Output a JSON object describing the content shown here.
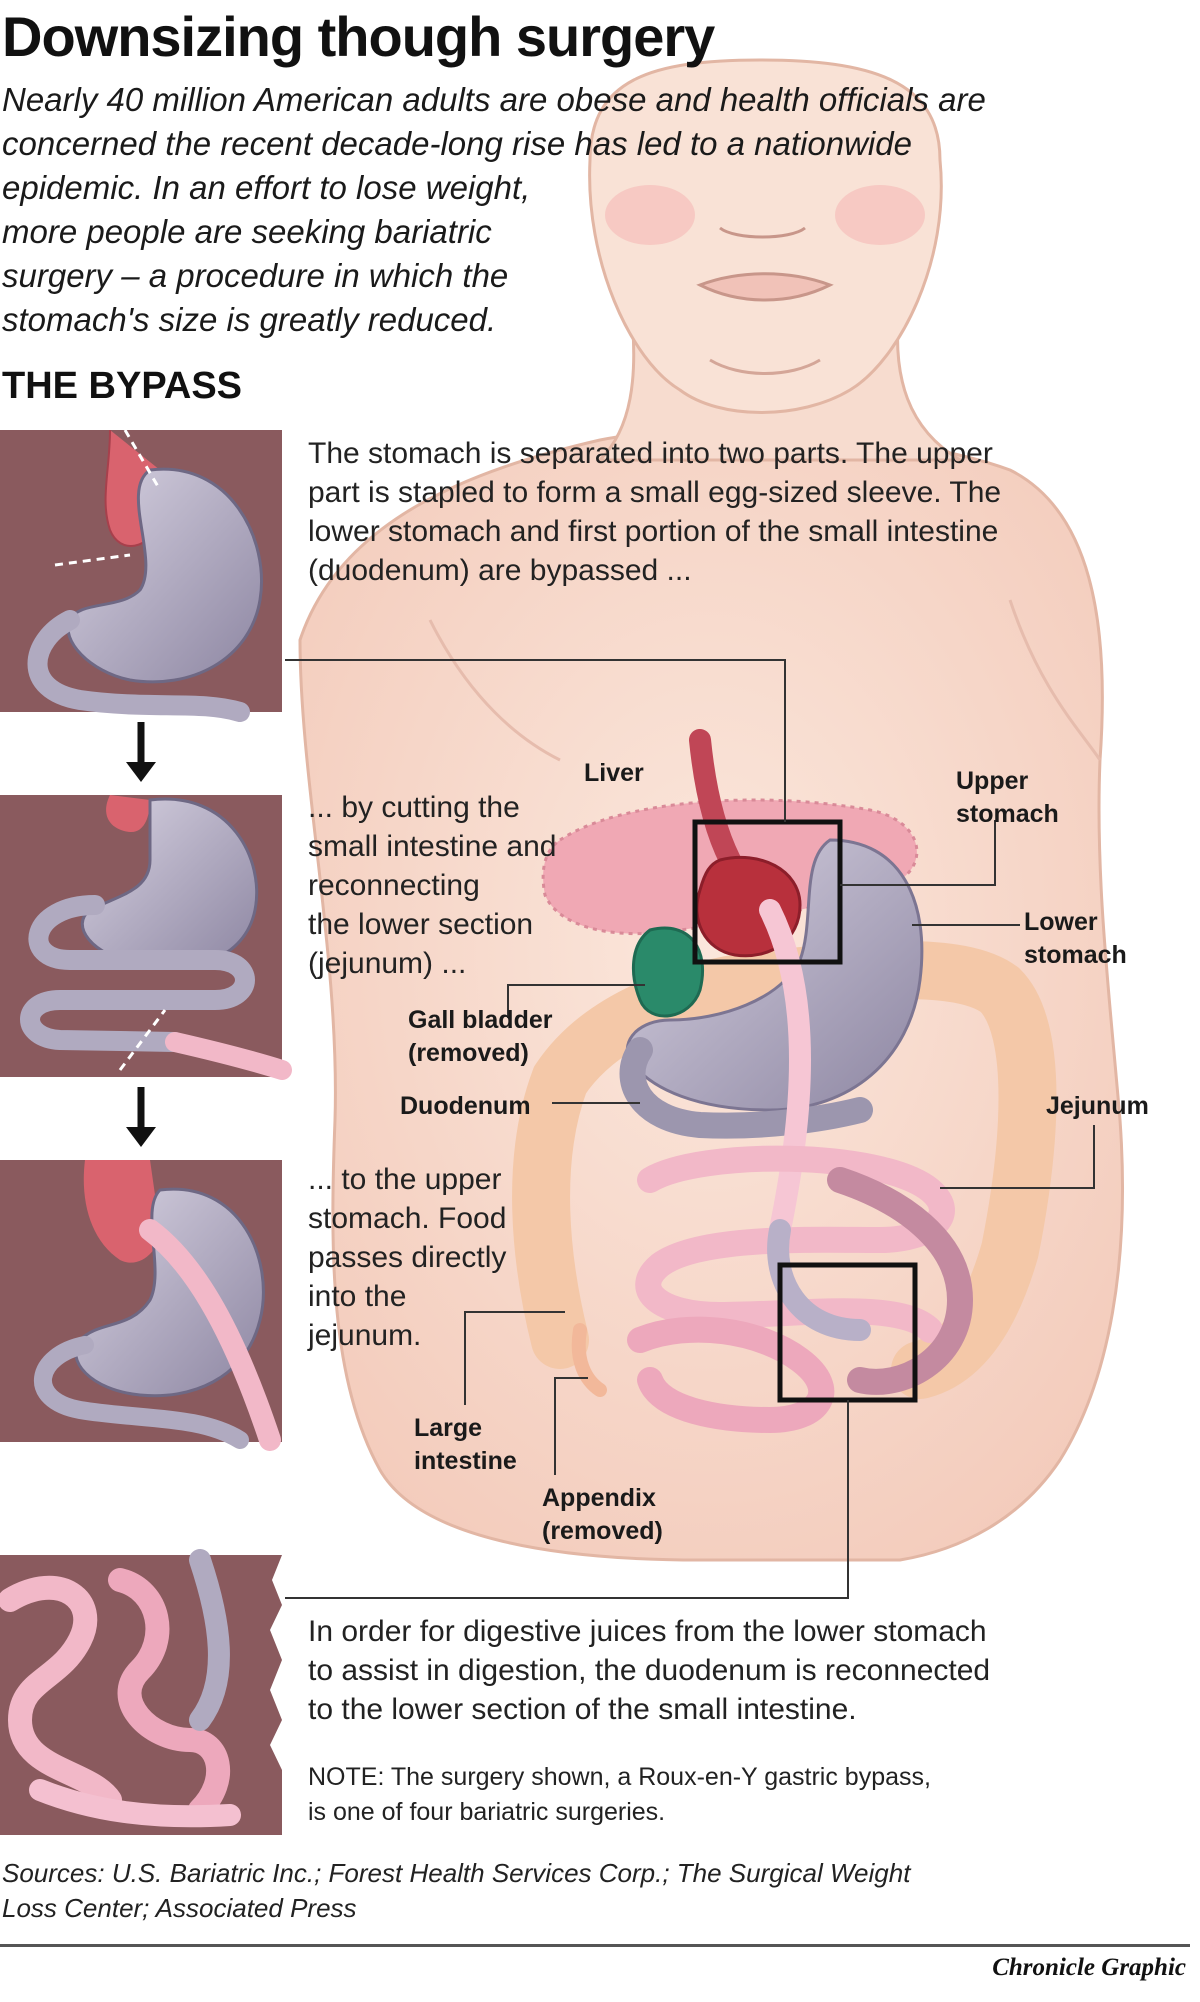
{
  "title": "Downsizing though surgery",
  "intro": {
    "lines": [
      "Nearly 40 million American adults are obese and health officials are",
      "concerned the recent decade-long rise has led to a nationwide",
      "epidemic. In an effort to lose weight,",
      "more people are seeking bariatric",
      "surgery – a procedure in which the",
      "stomach's size is greatly reduced."
    ]
  },
  "section_heading": "THE BYPASS",
  "steps": [
    {
      "lines": [
        "The stomach is separated into two parts. The upper",
        "part is stapled to form a small egg-sized sleeve. The",
        "lower stomach and first portion of the small intestine",
        "(duodenum) are bypassed ..."
      ]
    },
    {
      "lines": [
        "... by cutting the",
        "small intestine and",
        "reconnecting",
        "the lower section",
        "(jejunum) ..."
      ]
    },
    {
      "lines": [
        "... to the upper",
        "stomach. Food",
        "passes directly",
        "into the",
        "jejunum."
      ]
    },
    {
      "lines": [
        "In order for digestive juices from the lower stomach",
        "to assist in digestion, the duodenum is reconnected",
        "to the lower section of the small intestine."
      ]
    }
  ],
  "note": {
    "lines": [
      "NOTE: The surgery shown, a Roux-en-Y gastric bypass,",
      "is one of four bariatric surgeries."
    ]
  },
  "organ_labels": {
    "liver": [
      "Liver"
    ],
    "upper_stomach": [
      "Upper",
      "stomach"
    ],
    "lower_stomach": [
      "Lower",
      "stomach"
    ],
    "gall_bladder": [
      "Gall bladder",
      "(removed)"
    ],
    "duodenum": [
      "Duodenum"
    ],
    "jejunum": [
      "Jejunum"
    ],
    "large_intestine": [
      "Large",
      "intestine"
    ],
    "appendix": [
      "Appendix",
      "(removed)"
    ]
  },
  "sources": {
    "lines": [
      "Sources: U.S. Bariatric Inc.; Forest Health Services Corp.; The Surgical Weight",
      "Loss Center; Associated Press"
    ]
  },
  "credit": "Chronicle Graphic",
  "colors": {
    "skin": "#f6d6c8",
    "skin_outline": "#e2b6a4",
    "panel_background": "#8a5a5e",
    "stomach": "#a8a2b8",
    "intestine": "#f2b8c8",
    "liver": "#f0a8b4",
    "gall_bladder": "#2a8a6a",
    "large_intestine": "#f4c8a8",
    "upper_stomach": "#b8303c"
  }
}
